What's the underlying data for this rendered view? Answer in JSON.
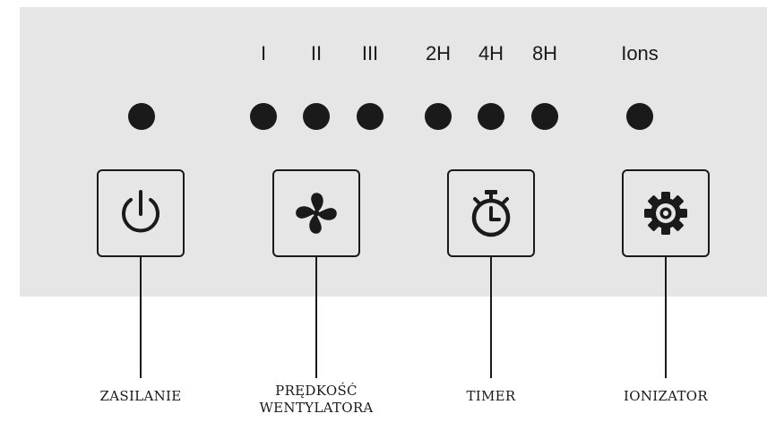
{
  "indicators": {
    "speed_1": "I",
    "speed_2": "II",
    "speed_3": "III",
    "timer_2h": "2H",
    "timer_4h": "4H",
    "timer_8h": "8H",
    "ions": "Ions"
  },
  "buttons": {
    "power": {
      "icon": "power-icon",
      "caption": "ZASILANIE"
    },
    "fan_speed": {
      "icon": "fan-icon",
      "caption_line1": "PRĘDKOŚĆ",
      "caption_line2": "WENTYLATORA"
    },
    "timer": {
      "icon": "stopwatch-icon",
      "caption": "TIMER"
    },
    "ionizer": {
      "icon": "gear-icon",
      "caption": "IONIZATOR"
    }
  },
  "colors": {
    "panel": "#e6e6e6",
    "ink": "#1a1a1a"
  }
}
